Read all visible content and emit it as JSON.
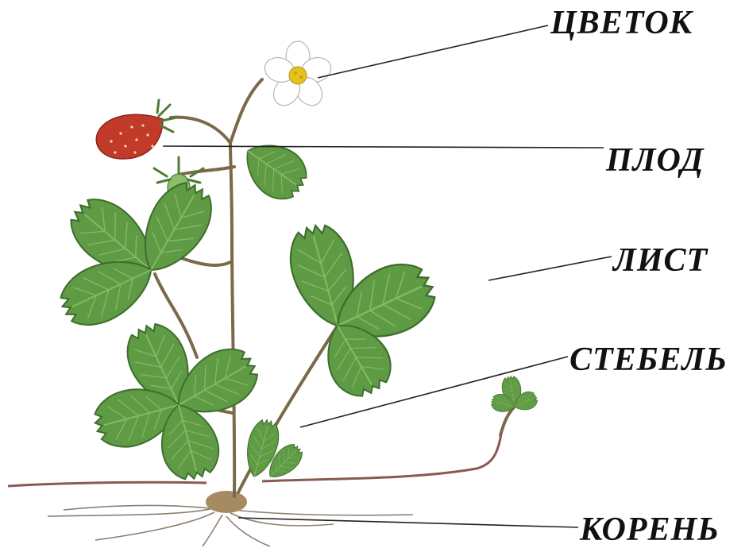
{
  "labels": {
    "flower": "ЦВЕТОК",
    "fruit": "ПЛОД",
    "leaf": "ЛИСТ",
    "stem": "СТЕБЕЛЬ",
    "root": "КОРЕНЬ"
  },
  "colors": {
    "leaf_fill": "#5f9a45",
    "leaf_dark": "#3e6e2c",
    "leaf_light": "#86b865",
    "stem": "#7a6a48",
    "runner": "#8a5a52",
    "berry": "#c23a2a",
    "flower_petal": "#ffffff",
    "flower_center": "#e6c21e",
    "root": "#8c8070",
    "leader_line": "#222222"
  }
}
